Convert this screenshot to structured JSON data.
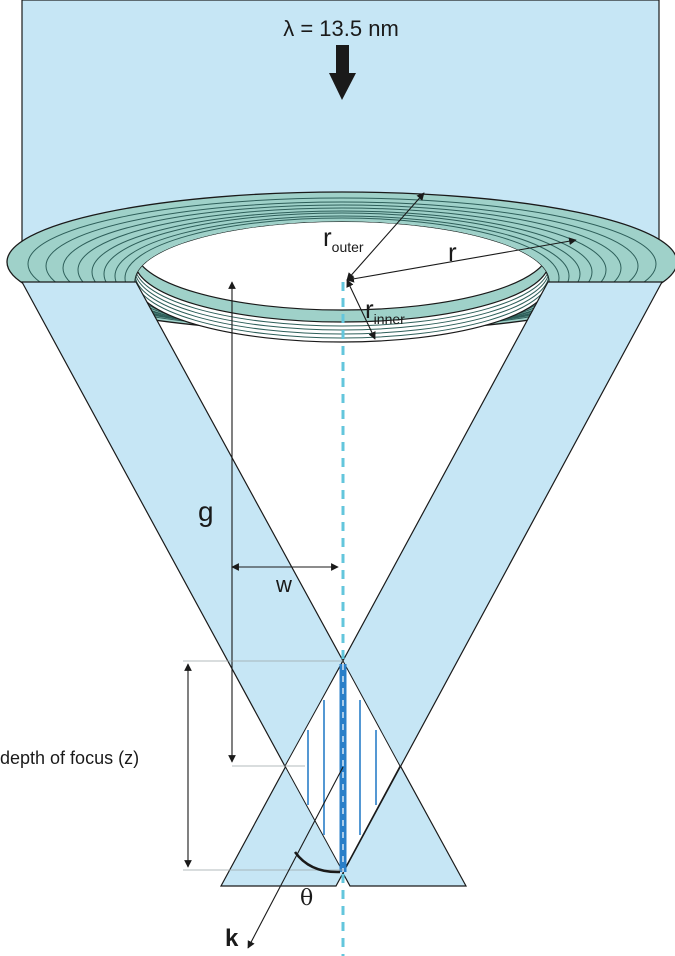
{
  "colors": {
    "beam": "#c6e6f5",
    "ring": "#9fd1c9",
    "ring_lines": "#2e5f5a",
    "axis": "#63c6dc",
    "focus_line": "#2a7fc8",
    "outline": "#1a1a1a"
  },
  "labels": {
    "wavelength": "λ = 13.5 nm",
    "r_outer_main": "r",
    "r_outer_sub": "outer",
    "r_main": "r",
    "r_inner_main": "r",
    "r_inner_sub": "inner",
    "g": "g",
    "w": "w",
    "depth_of_focus": "depth of focus (z)",
    "theta": "θ",
    "k": "k"
  },
  "icons": {
    "incident": "arrow-down-icon"
  }
}
